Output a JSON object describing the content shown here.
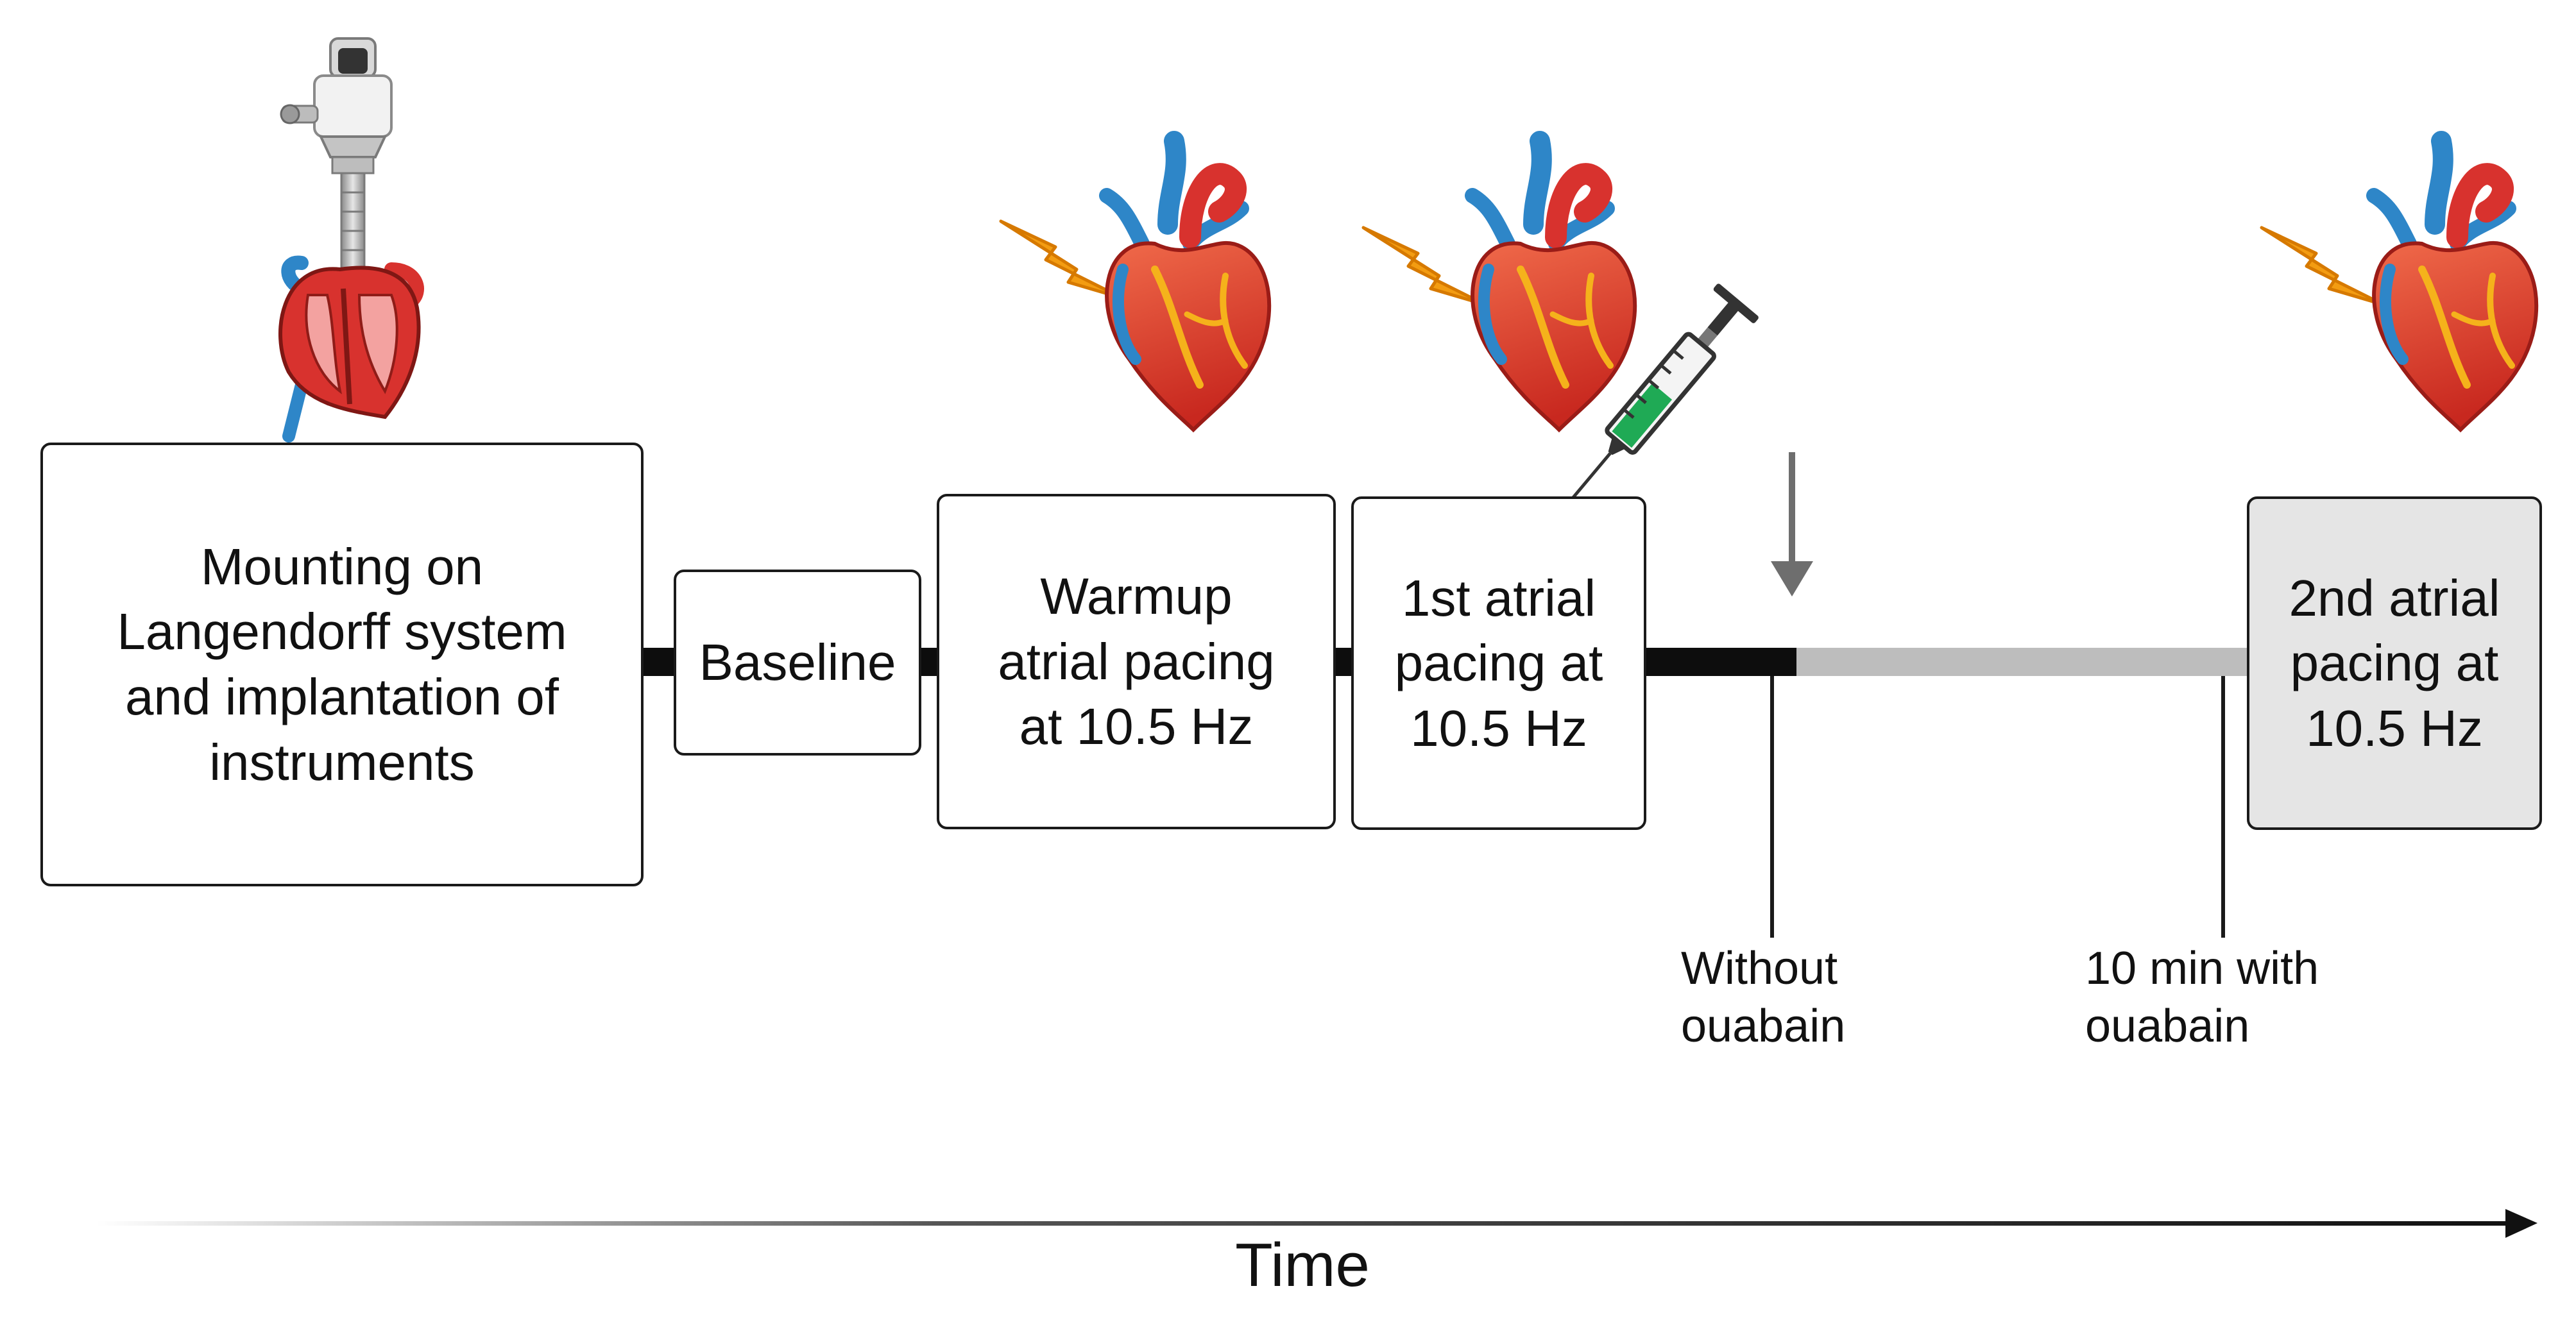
{
  "steps": {
    "mounting": "Mounting on\nLangendorff system\nand implantation of\ninstruments",
    "baseline": "Baseline",
    "warmup": "Warmup\natrial pacing\nat 10.5 Hz",
    "pacing1": "1st atrial\npacing at\n10.5 Hz",
    "pacing2": "2nd atrial\npacing at\n10.5 Hz"
  },
  "markers": {
    "without": "Without\nouabain",
    "with": "10 min with\nouabain"
  },
  "axis": {
    "time": "Time"
  },
  "icons": [
    "langendorff-apparatus-icon",
    "lightning-icon",
    "heart-icon",
    "syringe-icon",
    "arrow-down-icon"
  ],
  "colors": {
    "timeline_active": "#0d0d0d",
    "timeline_ouabain": "#bdbdbd",
    "shaded_box": "#e5e5e5",
    "heart_red": "#d8322e",
    "vessel_blue": "#2e86c8",
    "lightning_orange": "#f39c12",
    "syringe_green": "#1faa55"
  }
}
